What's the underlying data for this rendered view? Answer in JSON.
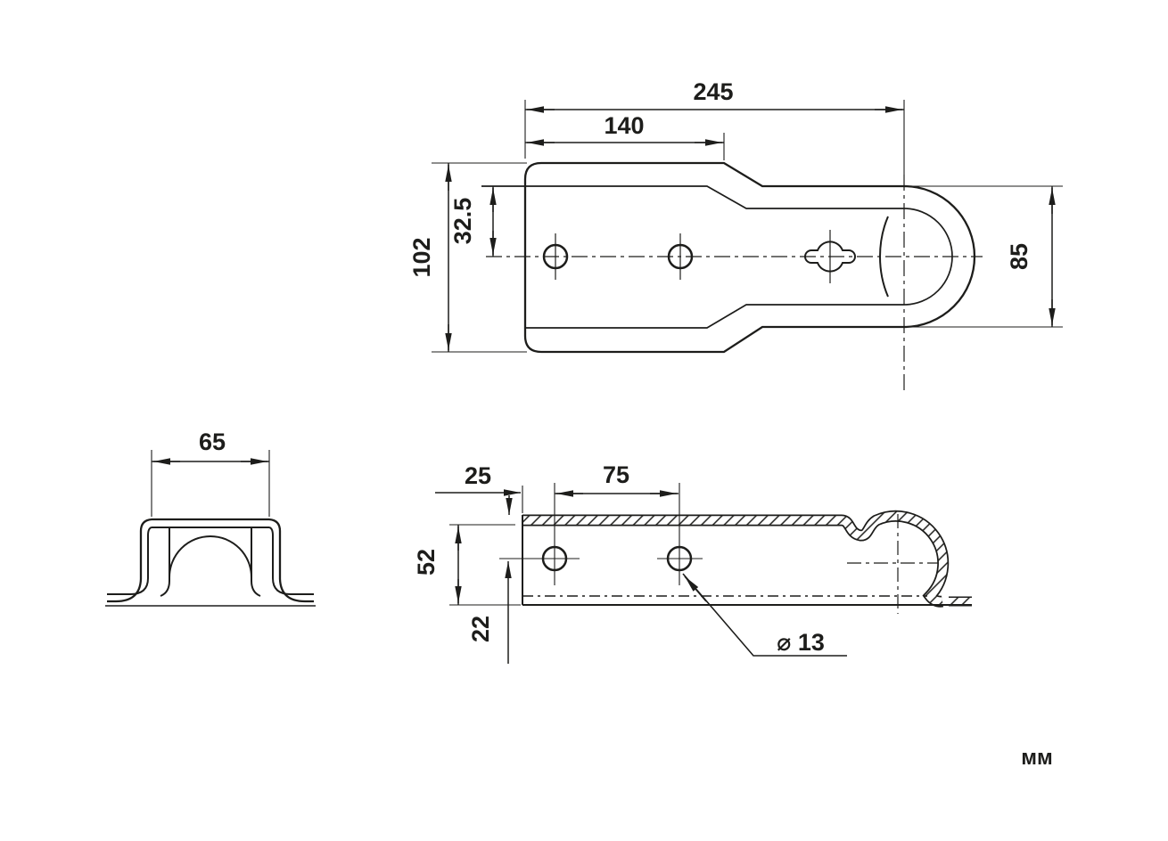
{
  "page": {
    "background": "#ffffff",
    "line_color": "#1d1d1b",
    "units_label": "мм"
  },
  "top_view": {
    "name": "bracket-top-view",
    "dimensions": {
      "overall_length": "245",
      "flat_section_length": "140",
      "overall_width": "102",
      "hole_centerline_offset": "32.5",
      "narrow_section_width": "85"
    },
    "features": [
      "round-hole",
      "round-hole",
      "keyhole-slot",
      "d-ring-hole"
    ]
  },
  "end_view": {
    "name": "bracket-end-view",
    "dimensions": {
      "channel_width": "65"
    }
  },
  "side_view": {
    "name": "bracket-side-section-view",
    "dimensions": {
      "edge_offset": "25",
      "hole_spacing": "75",
      "height": "52",
      "hole_from_bottom": "22",
      "hole_diameter": "⌀ 13"
    }
  }
}
